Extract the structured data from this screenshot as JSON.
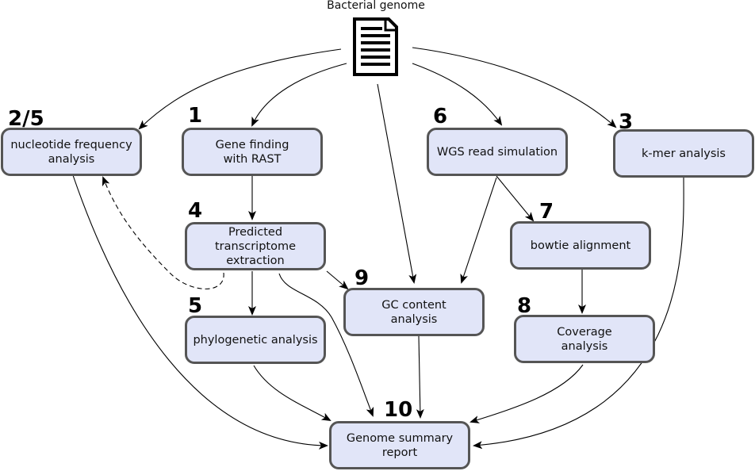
{
  "source": {
    "label": "Bacterial genome",
    "icon": "document-icon"
  },
  "nodes": {
    "n1": {
      "number": "1",
      "label": "Gene finding\nwith RAST"
    },
    "n25": {
      "number": "2/5",
      "label": "nucleotide frequency\nanalysis"
    },
    "n3": {
      "number": "3",
      "label": "k-mer analysis"
    },
    "n4": {
      "number": "4",
      "label": "Predicted\ntranscriptome\nextraction"
    },
    "n5": {
      "number": "5",
      "label": "phylogenetic analysis"
    },
    "n6": {
      "number": "6",
      "label": "WGS read simulation"
    },
    "n7": {
      "number": "7",
      "label": "bowtie alignment"
    },
    "n8": {
      "number": "8",
      "label": "Coverage\nanalysis"
    },
    "n9": {
      "number": "9",
      "label": "GC content\nanalysis"
    },
    "n10": {
      "number": "10",
      "label": "Genome summary\nreport"
    }
  },
  "edges": [
    {
      "from": "source",
      "to": "n25"
    },
    {
      "from": "source",
      "to": "n1"
    },
    {
      "from": "source",
      "to": "n9"
    },
    {
      "from": "source",
      "to": "n6"
    },
    {
      "from": "source",
      "to": "n3"
    },
    {
      "from": "n1",
      "to": "n4"
    },
    {
      "from": "n4",
      "to": "n5"
    },
    {
      "from": "n4",
      "to": "n9"
    },
    {
      "from": "n4",
      "to": "n25",
      "style": "dashed"
    },
    {
      "from": "n4",
      "to": "n10"
    },
    {
      "from": "n6",
      "to": "n7"
    },
    {
      "from": "n6",
      "to": "n9"
    },
    {
      "from": "n7",
      "to": "n8"
    },
    {
      "from": "n25",
      "to": "n10"
    },
    {
      "from": "n5",
      "to": "n10"
    },
    {
      "from": "n9",
      "to": "n10"
    },
    {
      "from": "n8",
      "to": "n10"
    },
    {
      "from": "n3",
      "to": "n10"
    }
  ],
  "colors": {
    "box_fill": "#e1e5f8",
    "box_border": "#555555",
    "arrow": "#000000"
  }
}
